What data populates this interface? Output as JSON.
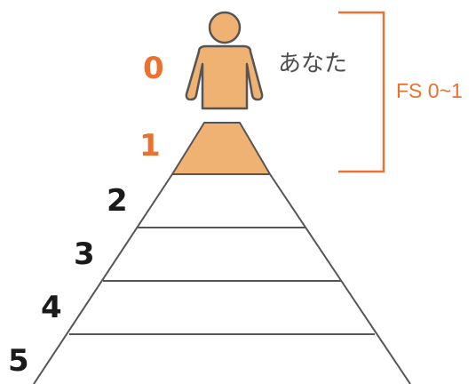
{
  "diagram": {
    "levels": [
      {
        "label": "0",
        "color": "#ea7130"
      },
      {
        "label": "1",
        "color": "#ea7130"
      },
      {
        "label": "2",
        "color": "#1a1a1a"
      },
      {
        "label": "3",
        "color": "#1a1a1a"
      },
      {
        "label": "4",
        "color": "#1a1a1a"
      },
      {
        "label": "5",
        "color": "#1a1a1a"
      }
    ],
    "person_label": "あなた",
    "bracket_label": "FS 0~1",
    "colors": {
      "figure_fill": "#efb272",
      "figure_stroke": "#555555",
      "bracket": "#ea7130",
      "pyramid_lines": "#555555",
      "person_text": "#4d4d4d"
    },
    "icons": [
      "person-icon"
    ]
  }
}
